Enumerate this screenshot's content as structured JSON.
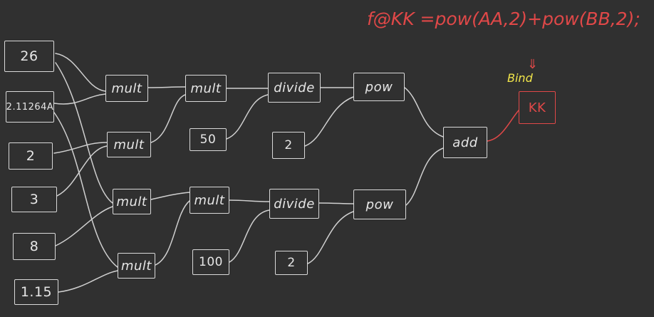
{
  "formula": "f@KK =pow(AA,2)+pow(BB,2);",
  "bind_label": "Bind",
  "bind_arrow": "⇓",
  "output_node": "KK",
  "inputs": [
    "26",
    "2.11264A",
    "2",
    "3",
    "8",
    "1.15"
  ],
  "ops_top": {
    "mult1": "mult",
    "mult2": "mult",
    "mult3": "mult",
    "divide": "divide",
    "pow": "pow"
  },
  "ops_bottom": {
    "mult1": "mult",
    "mult2": "mult",
    "mult3": "mult",
    "divide": "divide",
    "pow": "pow"
  },
  "consts": {
    "top_mult": "50",
    "top_div": "2",
    "bottom_mult": "100",
    "bottom_div": "2"
  },
  "add": "add"
}
